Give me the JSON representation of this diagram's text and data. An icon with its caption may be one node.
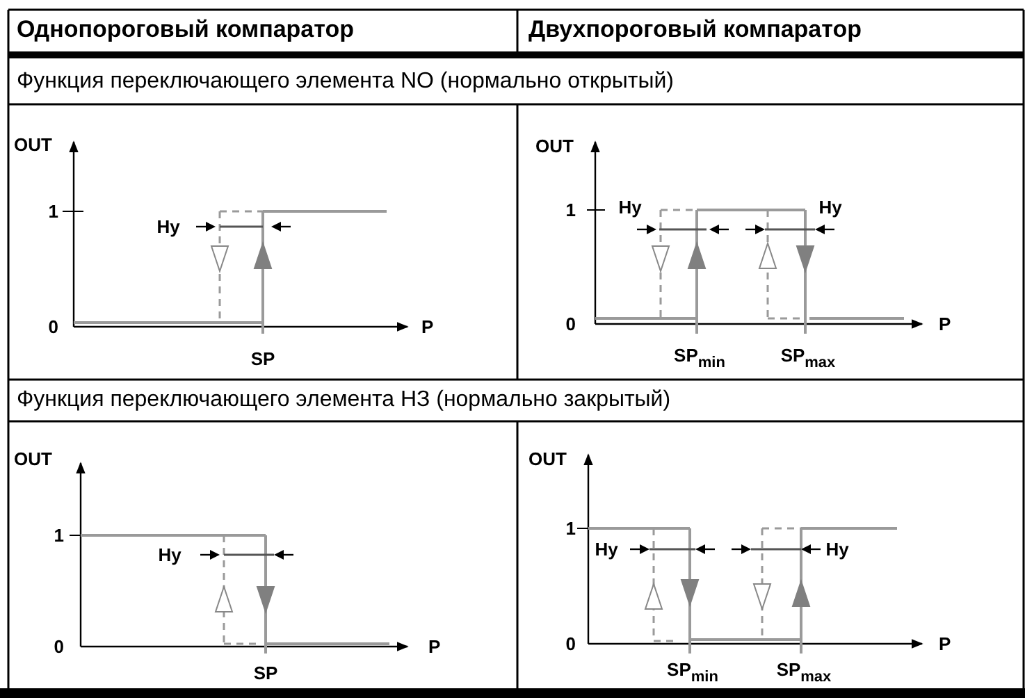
{
  "diagram": {
    "labels": [
      "Однопороговый компаратор",
      "Двухпороговый компаратор",
      "Функция переключающего элемента NO (нормально открытый)",
      "OUT",
      "1",
      "Hy",
      "0",
      "P",
      "SP",
      "OUT",
      "1",
      "Hy",
      "Hy",
      "0",
      "P",
      "SP$_{min}$",
      "SP$_{max}$",
      "Функция переключающего элемента НЗ (нормально закрытый)",
      "OUT",
      "1",
      "Hy",
      "0",
      "P",
      "SP",
      "OUT",
      "1",
      "Hy",
      "Hy",
      "0",
      "P",
      "SP$_{min}$",
      "SP$_{max}$"
    ]
  }
}
